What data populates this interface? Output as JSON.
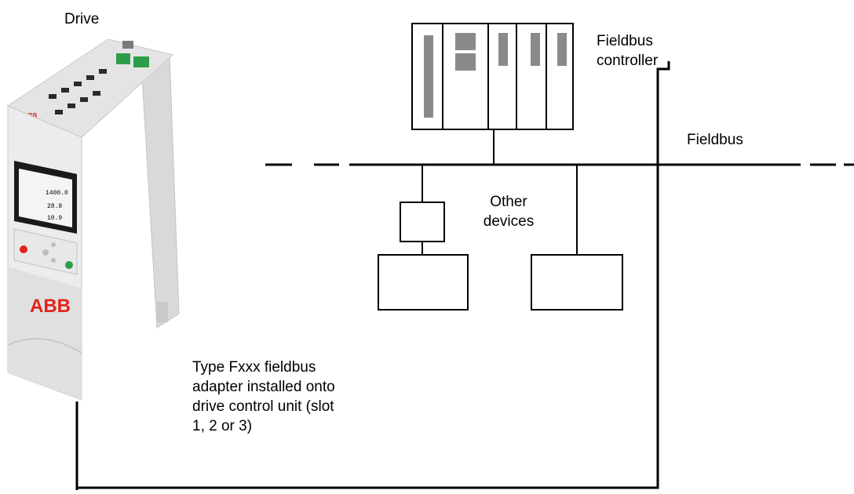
{
  "labels": {
    "drive": "Drive",
    "fieldbus_controller": [
      "Fieldbus",
      "controller"
    ],
    "fieldbus": "Fieldbus",
    "other_devices": [
      "Other",
      "devices"
    ],
    "adapter_note": [
      "Type Fxxx fieldbus",
      "adapter installed onto",
      "drive control unit (slot",
      "1, 2 or 3)"
    ]
  },
  "drive_panel": {
    "brand": "ABB",
    "brand_small": "ABB",
    "screen_values": [
      "1400.0",
      "28.8",
      "10.9"
    ]
  },
  "colors": {
    "line": "#000000",
    "drive_body": "#ececec",
    "brand_red": "#e2231a",
    "screen": "#1a1a1a",
    "module_bar": "#8a8a8a"
  }
}
